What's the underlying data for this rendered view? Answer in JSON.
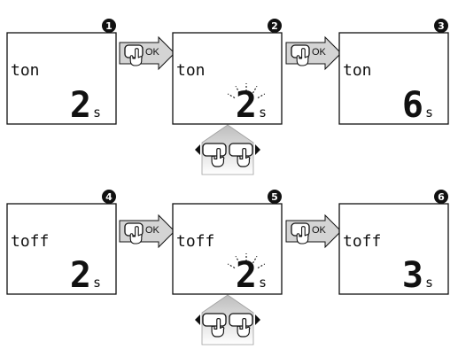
{
  "steps": [
    {
      "number": "1",
      "label": "ton",
      "value": "2",
      "unit": "s",
      "blinking": false
    },
    {
      "number": "2",
      "label": "ton",
      "value": "2",
      "unit": "s",
      "blinking": true
    },
    {
      "number": "3",
      "label": "ton",
      "value": "6",
      "unit": "s",
      "blinking": false
    },
    {
      "number": "4",
      "label": "toff",
      "value": "2",
      "unit": "s",
      "blinking": false
    },
    {
      "number": "5",
      "label": "toff",
      "value": "2",
      "unit": "s",
      "blinking": true
    },
    {
      "number": "6",
      "label": "toff",
      "value": "3",
      "unit": "s",
      "blinking": false
    }
  ],
  "ok_buttons": [
    {
      "label": "OK"
    },
    {
      "label": "OK"
    },
    {
      "label": "OK"
    },
    {
      "label": "OK"
    }
  ],
  "icons": {
    "step_badge": "number-circle-icon",
    "ok_arrow": "arrow-right-icon",
    "press": "hand-press-icon",
    "left": "triangle-left-icon",
    "right": "triangle-right-icon"
  },
  "colors": {
    "lcd_fill": "#ffffff",
    "outline": "#111111",
    "arrow_fill": "#d4d4d4",
    "badge_fill": "#111111",
    "badge_text": "#ffffff"
  }
}
